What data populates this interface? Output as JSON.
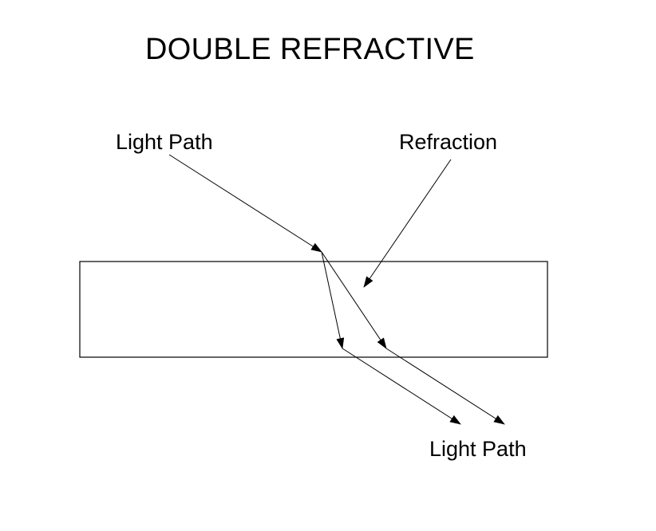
{
  "diagram": {
    "title": "DOUBLE REFRACTIVE",
    "labels": {
      "incoming_light": "Light Path",
      "refraction": "Refraction",
      "outgoing_light": "Light Path"
    },
    "colors": {
      "stroke": "#000000",
      "background": "#ffffff"
    }
  }
}
